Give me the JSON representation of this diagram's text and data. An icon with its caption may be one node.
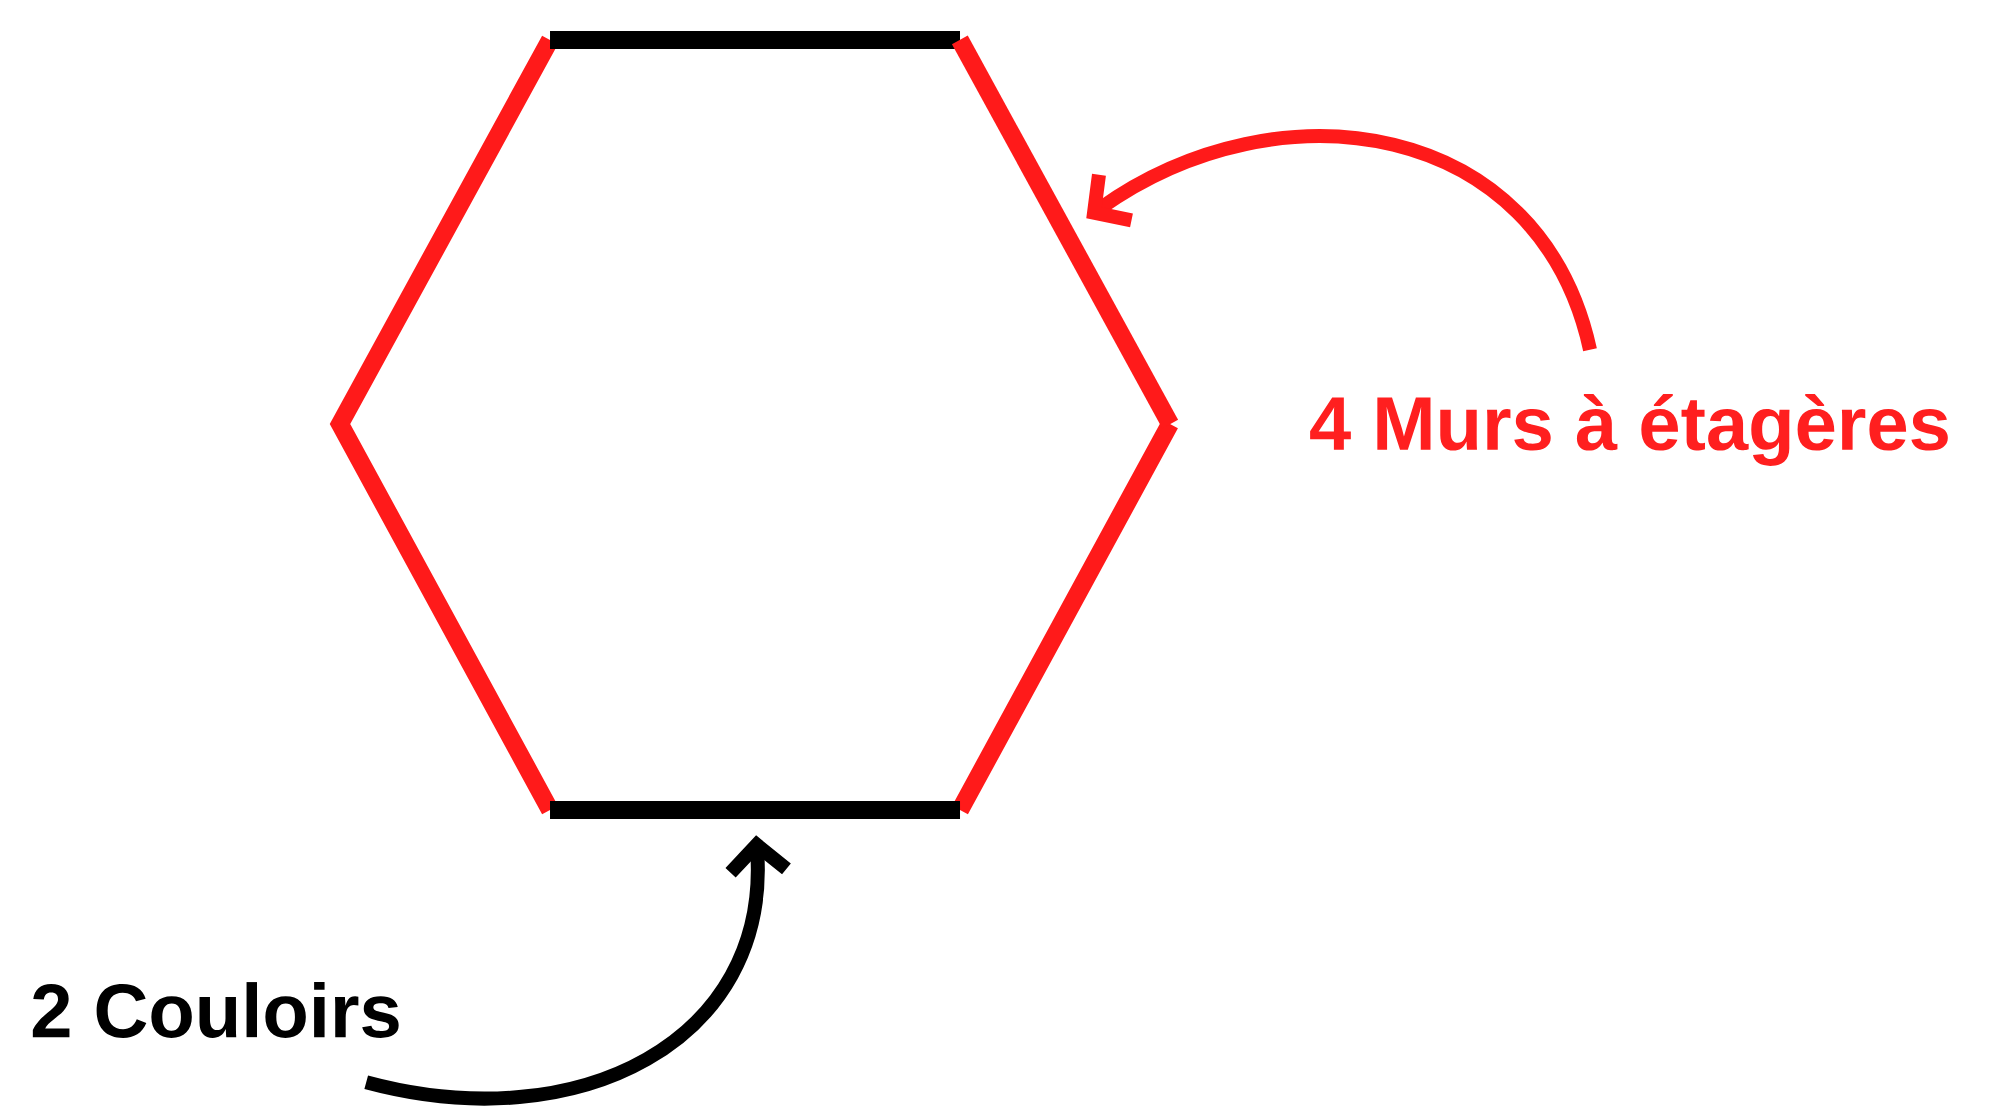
{
  "diagram": {
    "nodes": [
      {
        "text": [
          "4 Murs à étagères"
        ]
      },
      {
        "text": [],
        "shape": "bar"
      },
      {
        "text": [
          "2 Couloirs"
        ]
      },
      {
        "text": [],
        "shape": "bar"
      }
    ],
    "edges": [
      {
        "from": 0,
        "to": 1,
        "arrow": "to",
        "color": "#ff1a1a"
      },
      {
        "from": 2,
        "to": 3,
        "arrow": "to",
        "color": "#000000"
      }
    ]
  }
}
